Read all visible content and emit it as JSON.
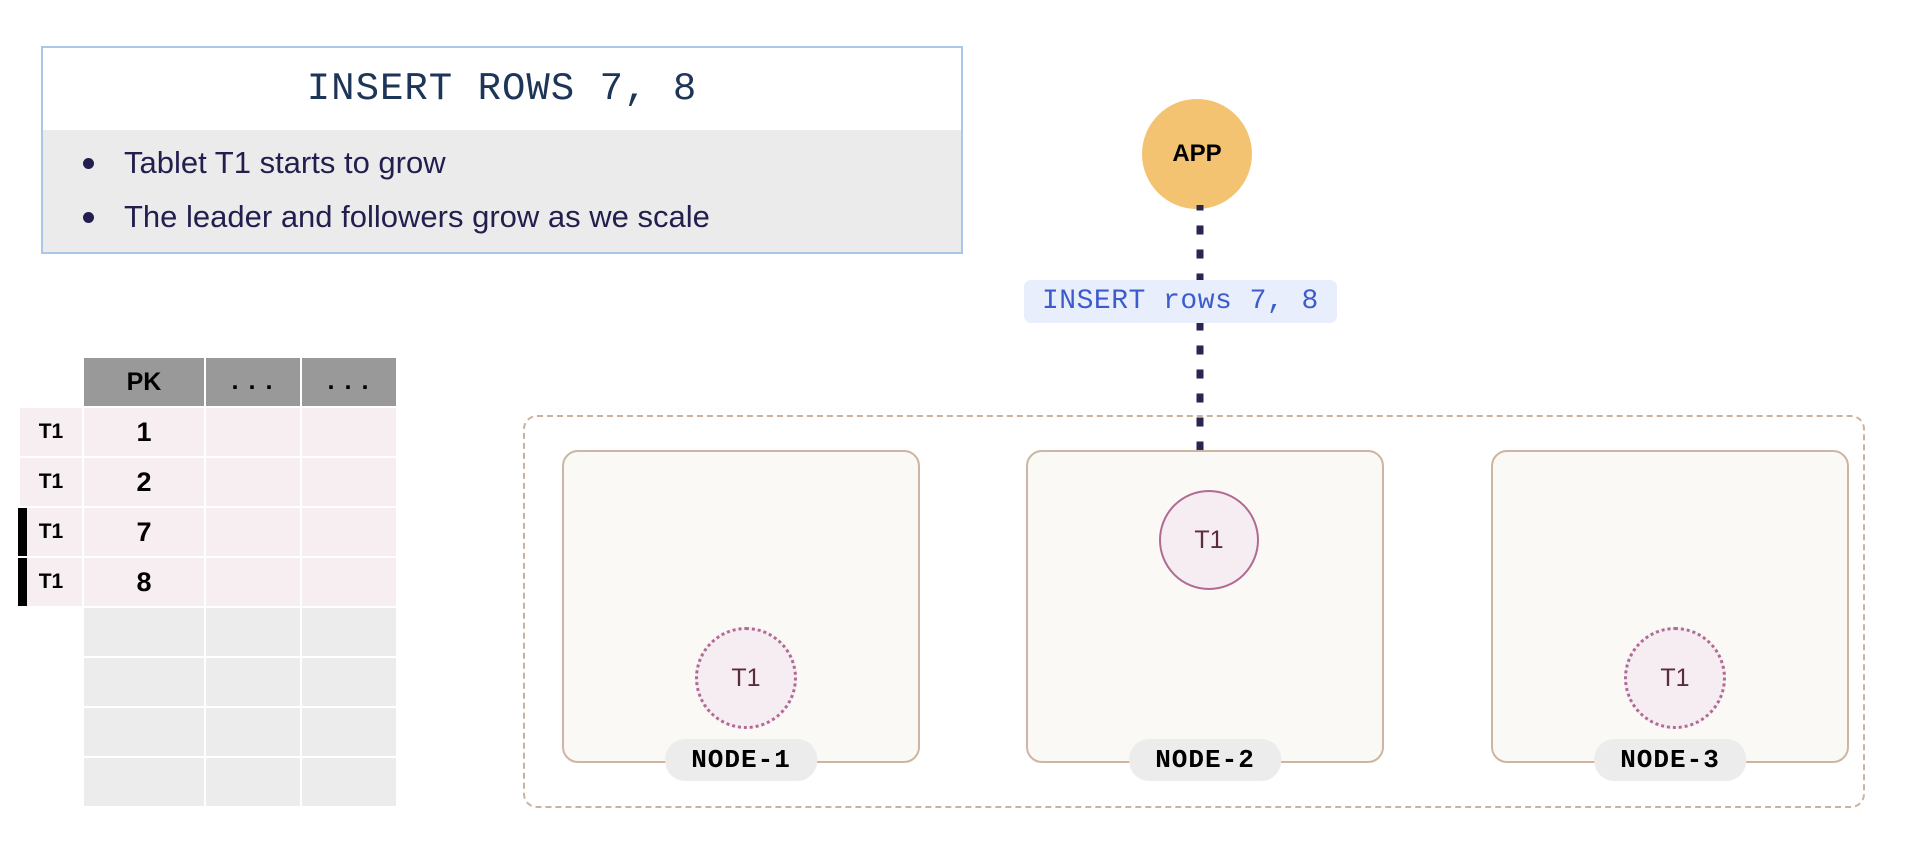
{
  "callout": {
    "title": "INSERT ROWS 7, 8",
    "bullets": [
      "Tablet T1 starts to grow",
      "The leader and followers grow as we scale"
    ],
    "border_color": "#aac6e8",
    "body_bg": "#ebebeb",
    "text_color": "#221f4e"
  },
  "table": {
    "headers": [
      "PK",
      "...",
      "..."
    ],
    "header_bg": "#999999",
    "filled_row_bg": "#f6eef1",
    "empty_row_bg": "#ececec",
    "rows": [
      {
        "tag": "T1",
        "pk": "1",
        "c1": "",
        "c2": "",
        "filled": true,
        "marked": false
      },
      {
        "tag": "T1",
        "pk": "2",
        "c1": "",
        "c2": "",
        "filled": true,
        "marked": false
      },
      {
        "tag": "T1",
        "pk": "7",
        "c1": "",
        "c2": "",
        "filled": true,
        "marked": true
      },
      {
        "tag": "T1",
        "pk": "8",
        "c1": "",
        "c2": "",
        "filled": true,
        "marked": true
      },
      {
        "tag": "",
        "pk": "",
        "c1": "",
        "c2": "",
        "filled": false,
        "marked": false
      },
      {
        "tag": "",
        "pk": "",
        "c1": "",
        "c2": "",
        "filled": false,
        "marked": false
      },
      {
        "tag": "",
        "pk": "",
        "c1": "",
        "c2": "",
        "filled": false,
        "marked": false
      },
      {
        "tag": "",
        "pk": "",
        "c1": "",
        "c2": "",
        "filled": false,
        "marked": false
      }
    ]
  },
  "app": {
    "label": "APP",
    "color": "#f3c372"
  },
  "flow": {
    "request_label": "INSERT rows 7, 8",
    "label_bg": "#e8eefb",
    "label_color": "#3d5ccc",
    "line_color": "#2a2550"
  },
  "cluster": {
    "border_color": "#cbb29d",
    "nodes": [
      {
        "name": "NODE-1",
        "tablet": "T1",
        "role": "follower"
      },
      {
        "name": "NODE-2",
        "tablet": "T1",
        "role": "leader"
      },
      {
        "name": "NODE-3",
        "tablet": "T1",
        "role": "follower"
      }
    ],
    "tablet_fill": "#f5edf2",
    "tablet_border": "#b06a93",
    "node_fill": "#fbf9f6"
  }
}
